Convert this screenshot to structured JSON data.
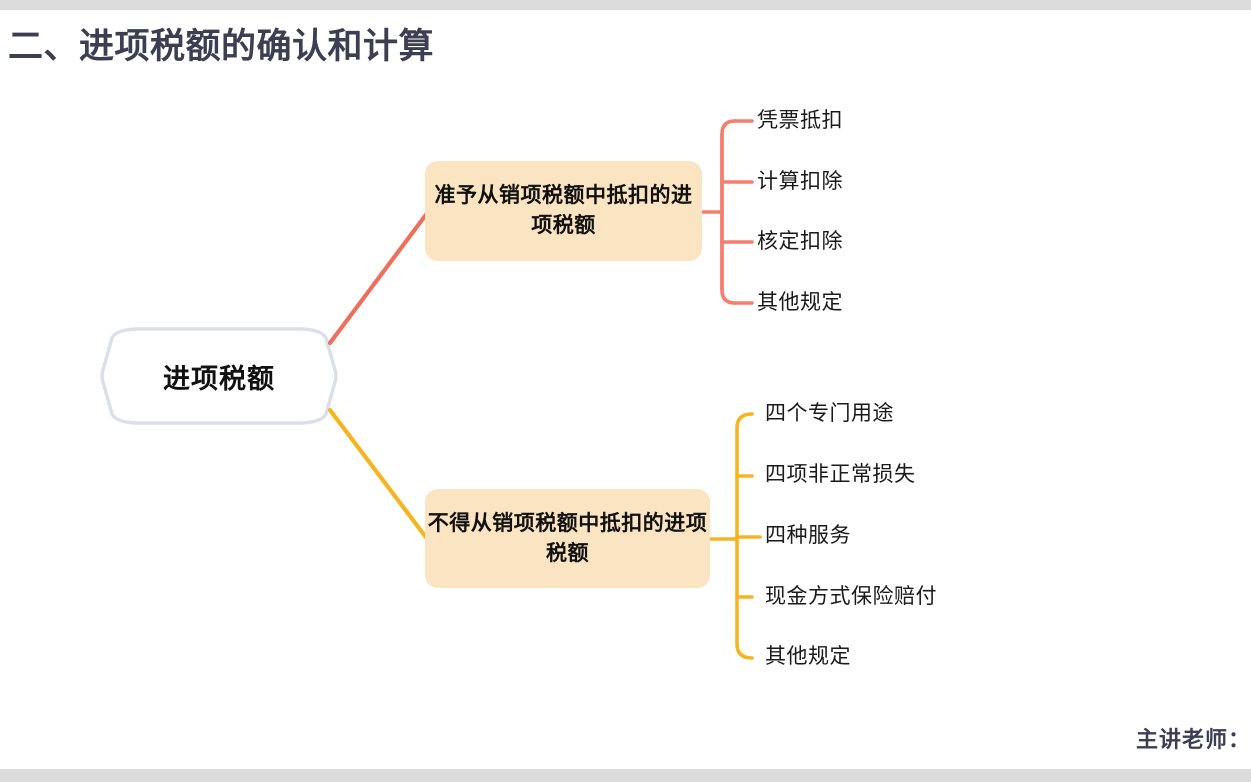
{
  "slide": {
    "title": "二、进项税额的确认和计算",
    "presenter_note": "主讲老师：",
    "background_color": "#ffffff",
    "letterbox_color": "#dcdcdc",
    "title_color": "#3c3e52"
  },
  "mindmap": {
    "root": {
      "label": "进项税额",
      "border_color": "#dddfe8",
      "fill_color": "#ffffff"
    },
    "branches": [
      {
        "id": "allowed",
        "label": "准予从销项税额中抵扣的进项税额",
        "fill_color": "#fae4c2",
        "connector_color": "#ee6f5c",
        "leaves": [
          {
            "label": "凭票抵扣"
          },
          {
            "label": "计算扣除"
          },
          {
            "label": "核定扣除"
          },
          {
            "label": "其他规定"
          }
        ]
      },
      {
        "id": "disallowed",
        "label": "不得从销项税额中抵扣的进项税额",
        "fill_color": "#fae4c2",
        "connector_color": "#f5b520",
        "leaves": [
          {
            "label": "四个专门用途"
          },
          {
            "label": "四项非正常损失"
          },
          {
            "label": "四种服务"
          },
          {
            "label": "现金方式保险赔付"
          },
          {
            "label": "其他规定"
          }
        ]
      }
    ]
  }
}
